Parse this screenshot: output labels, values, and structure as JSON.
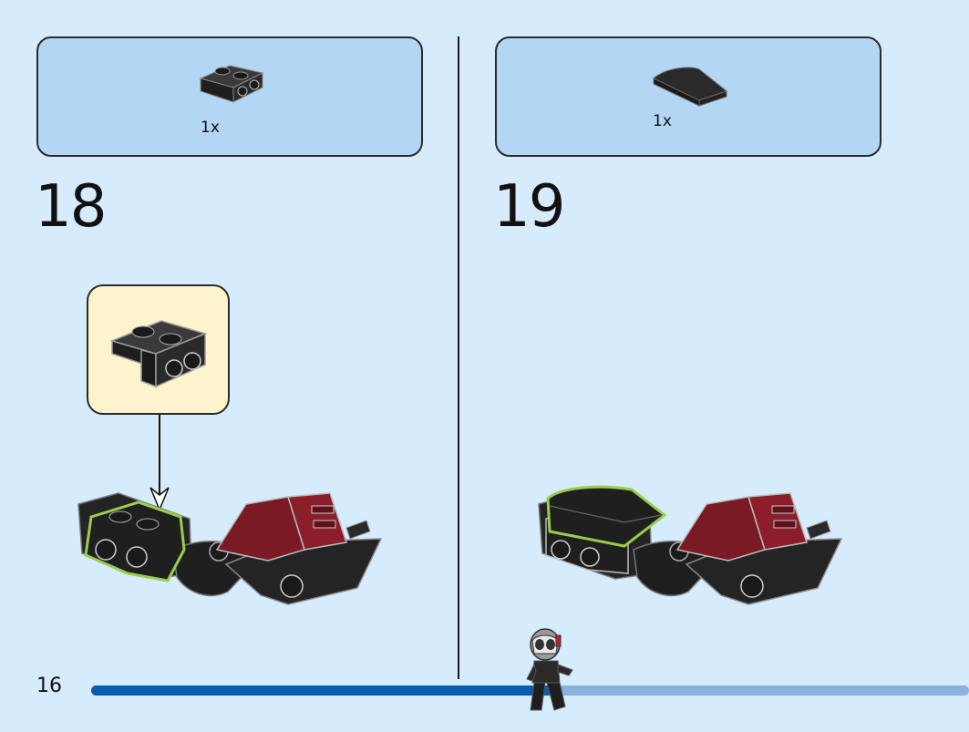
{
  "steps": [
    {
      "number": "18",
      "parts": [
        {
          "name": "bracket-plate-icon",
          "qty": "1x"
        }
      ],
      "callout": {
        "part": "bracket-plate-icon"
      }
    },
    {
      "number": "19",
      "parts": [
        {
          "name": "curved-slope-icon",
          "qty": "1x"
        }
      ]
    }
  ],
  "page": {
    "number": "16",
    "progress": 0.53
  },
  "colors": {
    "background": "#d6ebfb",
    "parts_box": "#b3d6f4",
    "callout": "#fdf3cc",
    "highlight": "#9acd4c",
    "brick_black": "#1f1f1f",
    "brick_red": "#8b1e2a",
    "progress_fill": "#0a5cb0",
    "progress_track": "#8ab0e0"
  }
}
